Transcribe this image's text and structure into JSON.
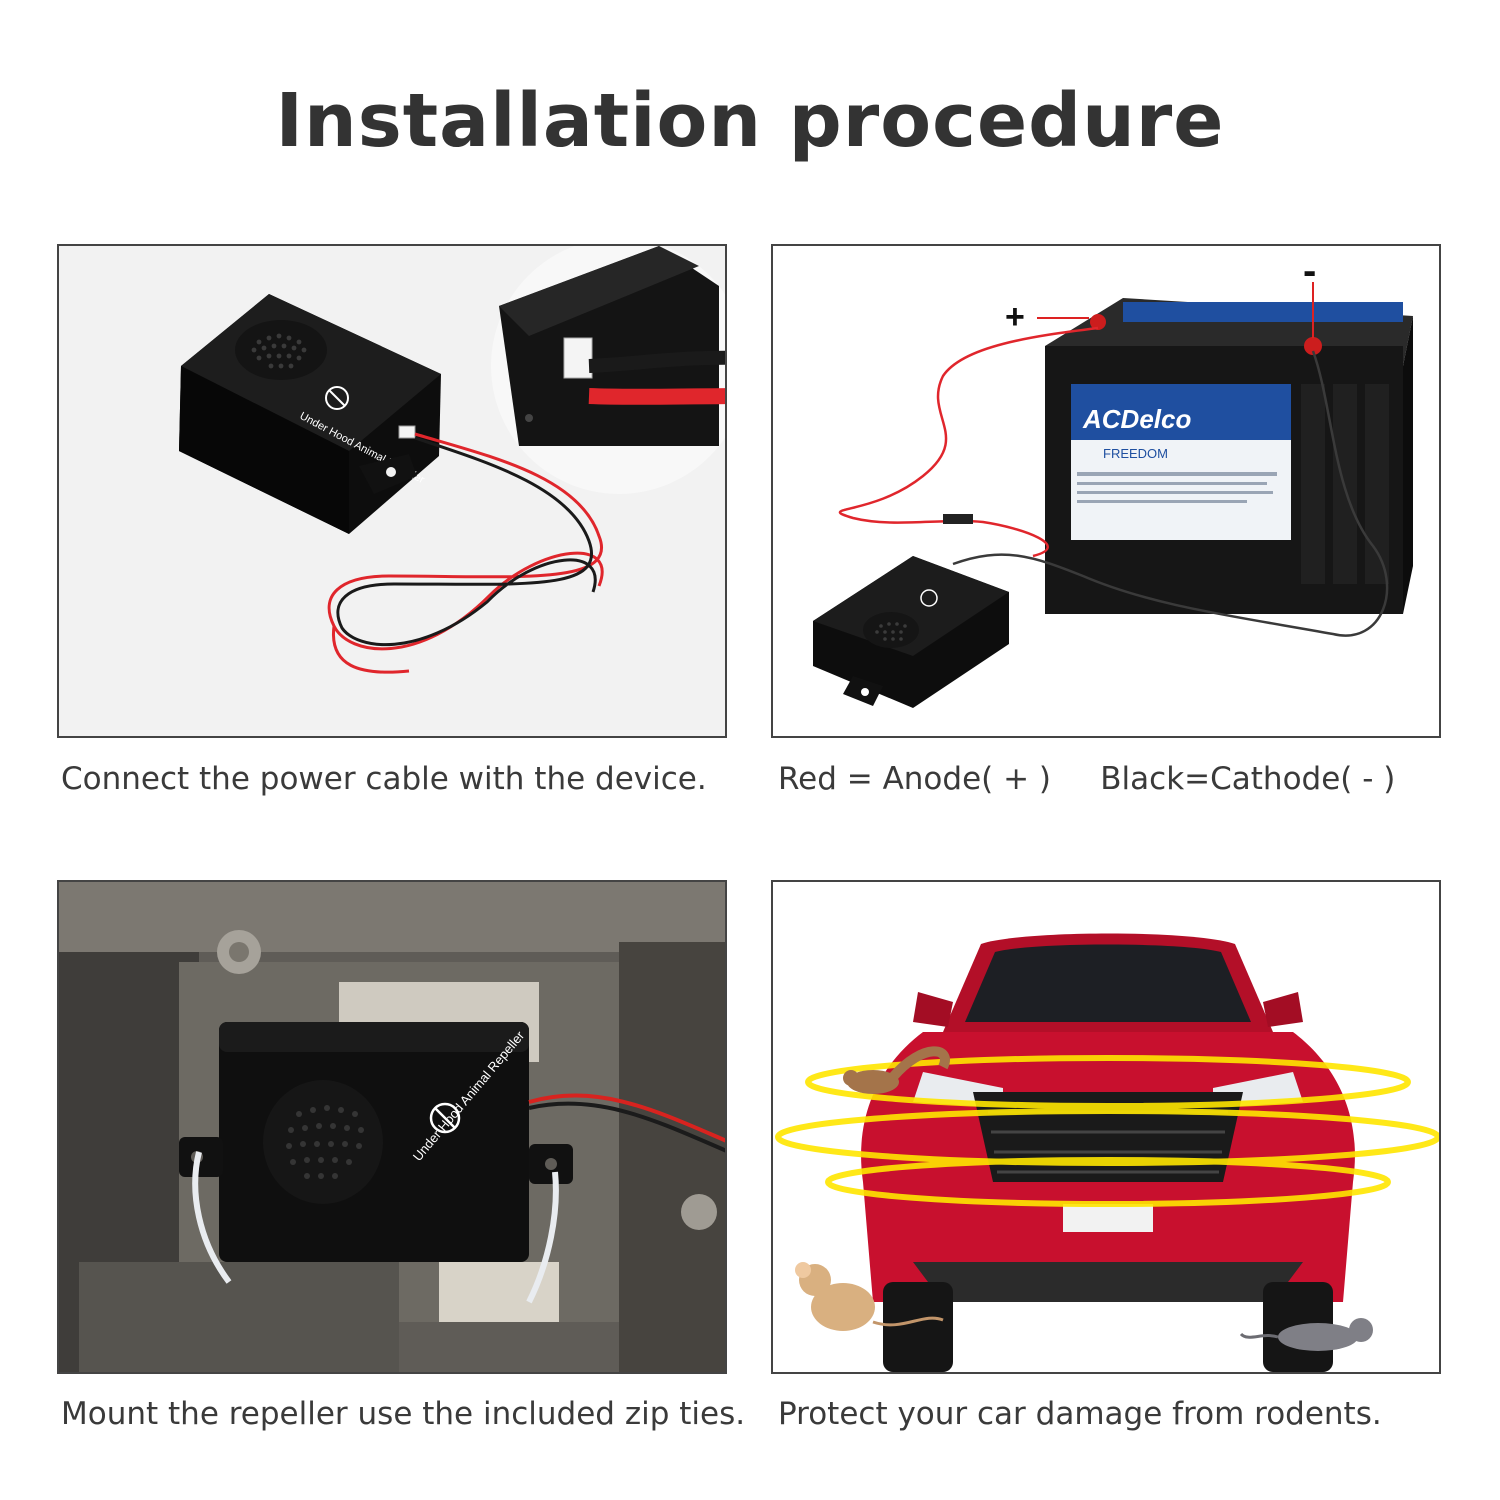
{
  "page": {
    "title": "Installation procedure"
  },
  "steps": [
    {
      "caption": "Connect the power cable with the device.",
      "device_label": "Under Hood Animal Repeller"
    },
    {
      "caption": "Red = Anode( + )     Black=Cathode( - )",
      "plus_sign": "+",
      "minus_sign": "-",
      "battery_brand": "ACDelco",
      "battery_line": "FREEDOM"
    },
    {
      "caption": "Mount the repeller use the included zip ties.",
      "device_label": "Under Hood Animal Repeller"
    },
    {
      "caption": "Protect your car damage from rodents."
    }
  ],
  "icons": {
    "no-animal": "no-animal-icon"
  },
  "colors": {
    "cable_red": "#e0262c",
    "cable_black": "#222222",
    "device_black": "#111111",
    "car_red": "#c8102e",
    "ultrasonic_yellow": "#ffe600"
  }
}
